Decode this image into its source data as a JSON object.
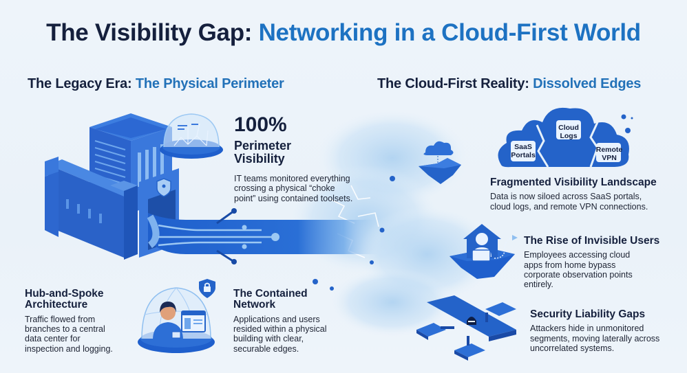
{
  "header": {
    "title_dark": "The Visibility Gap:",
    "title_accent": "Networking in a Cloud-First World"
  },
  "left": {
    "section_title_dark": "The Legacy Era:",
    "section_title_accent": "The Physical Perimeter",
    "perimeter": {
      "stat": "100%",
      "label_line1": "Perimeter",
      "label_line2": "Visibility",
      "body": "IT teams monitored everything crossing a physical “choke point” using contained toolsets."
    },
    "hub_spoke": {
      "title_line1": "Hub-and-Spoke",
      "title_line2": "Architecture",
      "body": "Traffic flowed from branches to a central data center for inspection and logging."
    },
    "contained": {
      "title_line1": "The Contained",
      "title_line2": "Network",
      "body": "Applications and users resided within a physical building with clear, securable edges."
    }
  },
  "right": {
    "section_title_dark": "The Cloud-First Reality:",
    "section_title_accent": "Dissolved Edges",
    "clouds": {
      "saas": [
        "SaaS",
        "Portals"
      ],
      "logs": [
        "Cloud",
        "Logs"
      ],
      "vpn": [
        "Remote",
        "VPN"
      ]
    },
    "fragmented": {
      "title": "Fragmented Visibility Landscape",
      "body": "Data is now siloed across SaaS portals, cloud logs, and remote VPN connections."
    },
    "invisible_users": {
      "title": "The Rise of Invisible Users",
      "body": "Employees accessing cloud apps from home bypass corporate observation points entirely."
    },
    "liability": {
      "title": "Security Liability Gaps",
      "body": "Attackers hide in unmonitored segments, moving laterally across uncorrelated systems."
    }
  },
  "colors": {
    "navy": "#15203d",
    "accent": "#1d72c2",
    "primary_blue": "#2463c9",
    "light_blue": "#8fc0ea",
    "background": "#eef4fa"
  },
  "icons": [
    "fortress-building-icon",
    "glass-dome-network-icon",
    "data-pipe-icon",
    "contained-user-dome-icon",
    "lock-shield-icon",
    "fragmented-cloud-icon",
    "floating-island-cloud-icon",
    "home-user-island-icon",
    "network-segments-attacker-icon"
  ]
}
